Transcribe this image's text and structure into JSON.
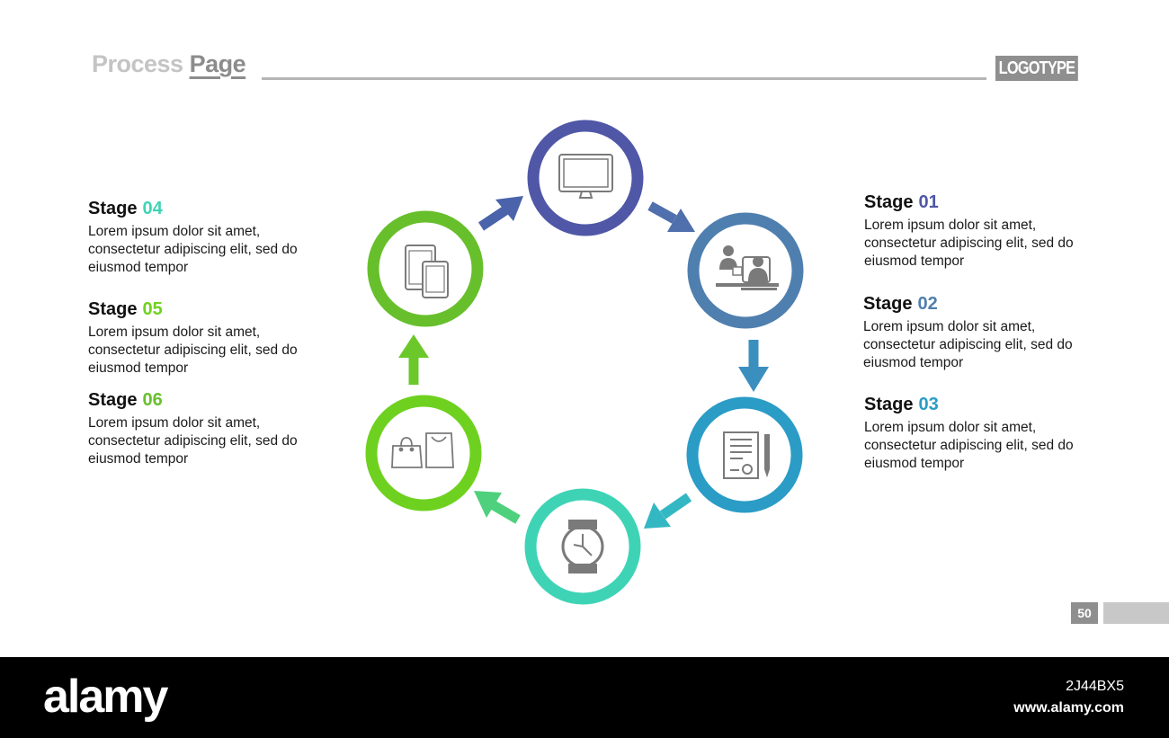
{
  "header": {
    "title_part1": "Process",
    "title_part2": "Page",
    "logo": "LOGOTYPE"
  },
  "colors": {
    "stage01": "#4f57a6",
    "stage02": "#4f7fae",
    "stage03": "#2a9cc6",
    "stage04": "#3fd3b6",
    "stage05": "#6fd11f",
    "stage06": "#67bf2c",
    "icon": "#7a7a7a"
  },
  "diagram": {
    "nodes": [
      {
        "icon": "monitor-icon"
      },
      {
        "icon": "meeting-icon"
      },
      {
        "icon": "certificate-icon"
      },
      {
        "icon": "watch-icon"
      },
      {
        "icon": "shopping-bags-icon"
      },
      {
        "icon": "mobile-devices-icon"
      }
    ]
  },
  "stages": [
    {
      "label": "Stage",
      "num": "01",
      "text_lines": [
        "Lorem ipsum dolor sit amet,",
        "consectetur adipiscing elit, sed do",
        "eiusmod tempor"
      ]
    },
    {
      "label": "Stage",
      "num": "02",
      "text_lines": [
        "Lorem ipsum dolor sit amet,",
        "consectetur adipiscing elit, sed do",
        "eiusmod tempor"
      ]
    },
    {
      "label": "Stage",
      "num": "03",
      "text_lines": [
        "Lorem ipsum dolor sit amet,",
        "consectetur adipiscing elit, sed do",
        "eiusmod tempor"
      ]
    },
    {
      "label": "Stage",
      "num": "04",
      "text_lines": [
        "Lorem ipsum dolor sit amet,",
        "consectetur adipiscing elit, sed do",
        "eiusmod tempor"
      ]
    },
    {
      "label": "Stage",
      "num": "05",
      "text_lines": [
        "Lorem ipsum dolor sit amet,",
        "consectetur adipiscing elit, sed do",
        "eiusmod tempor"
      ]
    },
    {
      "label": "Stage",
      "num": "06",
      "text_lines": [
        "Lorem ipsum dolor sit amet,",
        "consectetur adipiscing elit, sed do",
        "eiusmod tempor"
      ]
    }
  ],
  "page_number": "50",
  "footer": {
    "brand": "alamy",
    "image_id": "2J44BX5",
    "url": "www.alamy.com"
  }
}
